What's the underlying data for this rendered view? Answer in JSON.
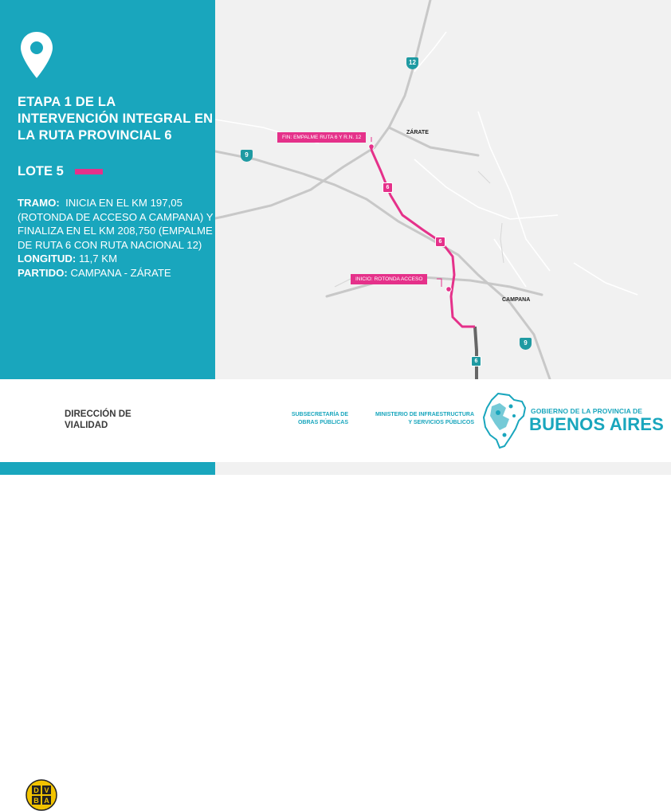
{
  "panel": {
    "pin_icon": "location-pin-icon",
    "title": "ETAPA 1 DE LA INTERVENCIÓN INTEGRAL EN LA RUTA PROVINCIAL 6",
    "lote": "LOTE 5",
    "tramo_label": "TRAMO:",
    "tramo_text": "INICIA EN EL KM 197,05 (ROTONDA DE ACCESO A CAMPANA) Y FINALIZA EN EL KM 208,750 (EMPALME DE RUTA 6 CON RUTA NACIONAL 12)",
    "longitud_label": "LONGITUD:",
    "longitud_value": "11,7 KM",
    "partido_label": "PARTIDO:",
    "partido_value": "CAMPANA - ZÁRATE",
    "colors": {
      "panel_bg": "#19a6bd",
      "route_accent": "#e5318a"
    }
  },
  "map": {
    "cities": {
      "zarate": "ZÁRATE",
      "campana": "CAMPANA"
    },
    "callouts": {
      "end": "FIN: EMPALME RUTA 6 Y R.N. 12",
      "start": "INICIO: ROTONDA ACCESO"
    },
    "shields": {
      "r12": "12",
      "r9_left": "9",
      "r9_right": "9",
      "r6_a": "6",
      "r6_b": "6",
      "r6_c": "6"
    }
  },
  "footer": {
    "dvba_letters": [
      "D",
      "V",
      "B",
      "A"
    ],
    "dvba_line1": "DIRECCIÓN DE",
    "dvba_line2": "VIALIDAD",
    "sub1_line1": "SUBSECRETARÍA DE",
    "sub1_line2": "OBRAS PÚBLICAS",
    "sub2_line1": "MINISTERIO DE INFRAESTRUCTURA",
    "sub2_line2": "Y SERVICIOS PÚBLICOS",
    "gob_line1": "GOBIERNO DE LA PROVINCIA DE",
    "gob_line2": "BUENOS AIRES"
  }
}
